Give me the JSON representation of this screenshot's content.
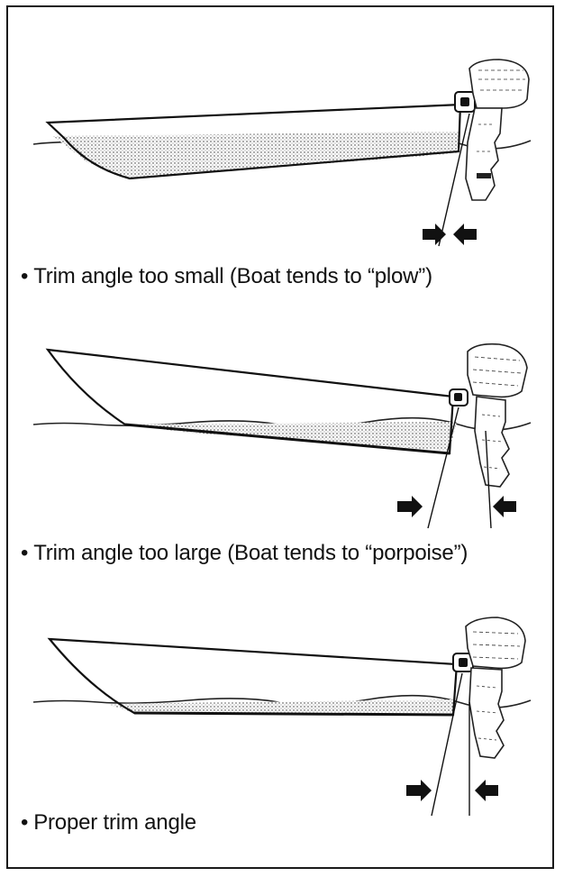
{
  "captions": {
    "plow": "Trim angle too small (Boat tends to “plow”)",
    "porpoise": "Trim angle too large (Boat tends to “porpoise”)",
    "proper": "Proper trim angle"
  },
  "bullet": "•"
}
